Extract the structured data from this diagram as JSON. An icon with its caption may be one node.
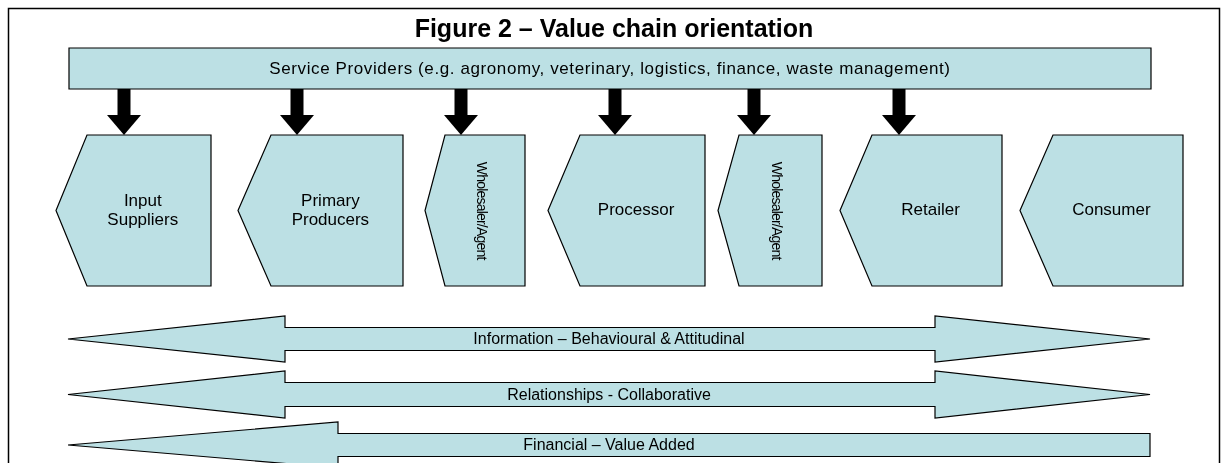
{
  "diagram": {
    "title": "Figure 2 – Value chain orientation",
    "nodes": [
      {
        "text": [
          "Service Providers (e.g. agronomy, veterinary, logistics, finance, waste management)"
        ]
      },
      {
        "text": [
          "Input Suppliers"
        ]
      },
      {
        "text": [
          "Primary Producers"
        ]
      },
      {
        "text": [
          "Wholesaler/Agent"
        ]
      },
      {
        "text": [
          "Processor"
        ]
      },
      {
        "text": [
          "Wholesaler/Agent"
        ]
      },
      {
        "text": [
          "Retailer"
        ]
      },
      {
        "text": [
          "Consumer"
        ]
      },
      {
        "text": [
          "Information – Behavioural & Attitudinal"
        ]
      },
      {
        "text": [
          "Relationships - Collaborative"
        ]
      },
      {
        "text": [
          "Financial – Value Added"
        ]
      }
    ],
    "edges": [
      {
        "from": 0,
        "to": 1,
        "arrow": "to"
      },
      {
        "from": 0,
        "to": 2,
        "arrow": "to"
      },
      {
        "from": 0,
        "to": 3,
        "arrow": "to"
      },
      {
        "from": 0,
        "to": 4,
        "arrow": "to"
      },
      {
        "from": 0,
        "to": 5,
        "arrow": "to"
      },
      {
        "from": 0,
        "to": 6,
        "arrow": "to"
      }
    ]
  }
}
